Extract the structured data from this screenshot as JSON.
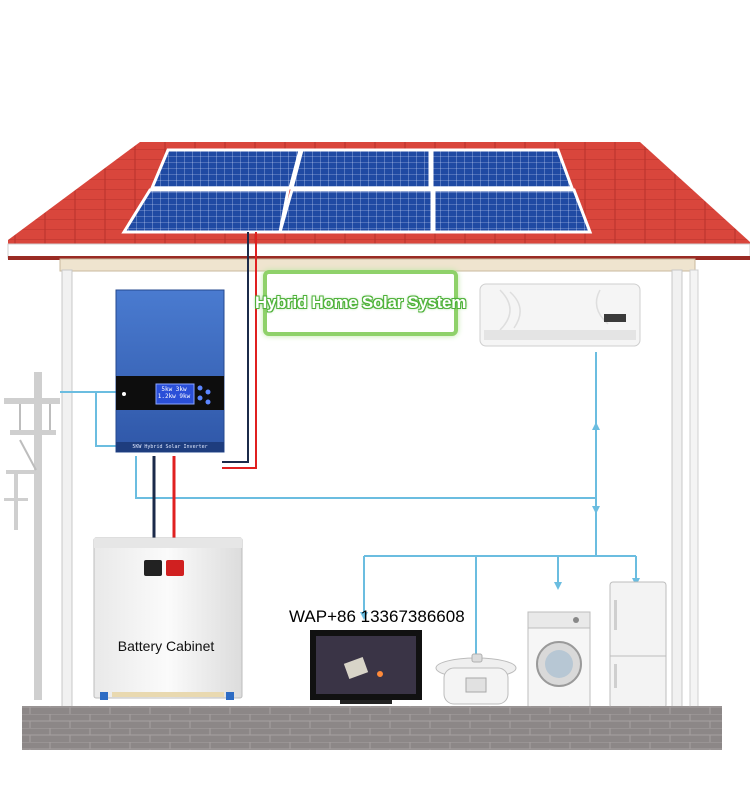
{
  "title": "Hybrid Home Solar System",
  "battery": {
    "label": "Battery Cabinet"
  },
  "contact": {
    "text": "WAP+86 13367386608"
  },
  "inverter": {
    "footer": "5KW Hybrid Solar Inverter",
    "display_line1": "5kw 3kw",
    "display_line2": "1.2kw 9kw"
  },
  "colors": {
    "roof": "#d9463c",
    "roof_dark": "#b8322b",
    "panel": "#1d3f8f",
    "inverter": "#3c6bc4",
    "wire_ac": "#6bbde0",
    "wire_dc_red": "#e02020",
    "wire_dc_dark": "#1b2a4a",
    "title_border": "#8fd16a",
    "floor": "#8e8888"
  },
  "icons": [
    "utility-pole-icon",
    "solar-panel-icon",
    "inverter-icon",
    "air-conditioner-icon",
    "tv-icon",
    "rice-cooker-icon",
    "washing-machine-icon",
    "refrigerator-icon",
    "battery-cabinet-icon"
  ]
}
